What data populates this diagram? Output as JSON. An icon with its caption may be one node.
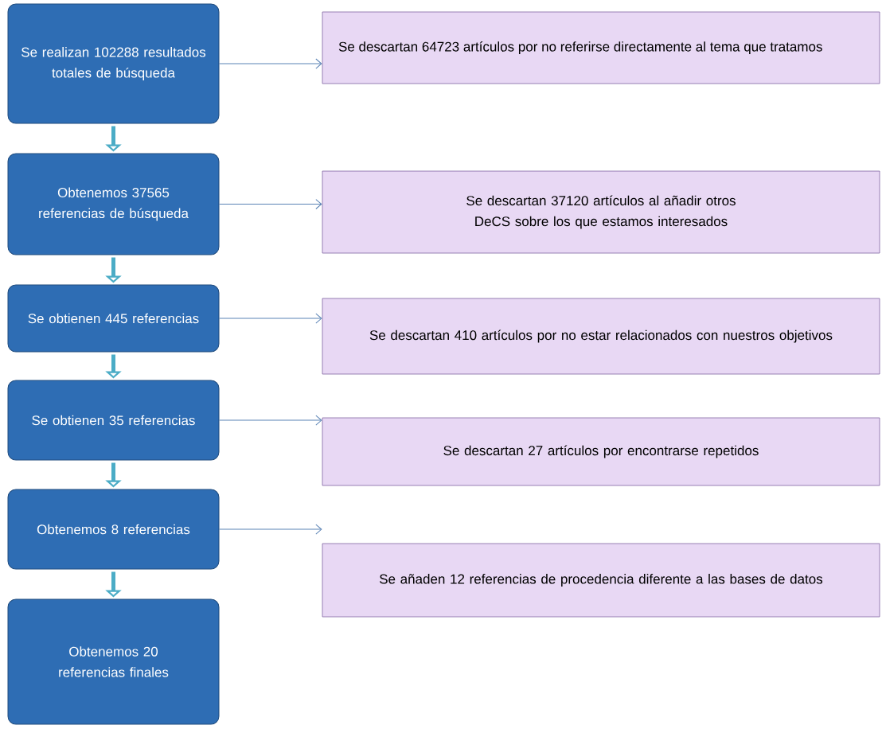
{
  "diagram": {
    "nodes": [
      {
        "text": [
          "Se realizan 102288 resultados totales de búsqueda"
        ]
      },
      {
        "text": [
          "Se descartan 64723 artículos por no referirse directamente al tema que tratamos"
        ]
      },
      {
        "text": [
          "Obtenemos 37565 referencias de búsqueda"
        ]
      },
      {
        "text": [
          "Se descartan 37120 artículos al añadir otros DeCS sobre los que estamos interesados"
        ]
      },
      {
        "text": [
          "Se obtienen 445 referencias"
        ]
      },
      {
        "text": [
          "Se descartan 410 artículos por no estar relacionados con nuestros objetivos"
        ]
      },
      {
        "text": [
          "Se obtienen 35 referencias"
        ]
      },
      {
        "text": [
          "Se descartan 27 artículos por encontrarse repetidos"
        ]
      },
      {
        "text": [
          "Obtenemos 8 referencias"
        ]
      },
      {
        "text": [
          "Se añaden 12 referencias de procedencia diferente a las bases de datos"
        ]
      },
      {
        "text": [
          "Obtenemos 20 referencias finales"
        ]
      }
    ],
    "edges": [
      {
        "from": 0,
        "to": 1,
        "arrow": "to"
      },
      {
        "from": 0,
        "to": 2,
        "arrow": "to",
        "style": "thick",
        "color": "#4bacc6"
      },
      {
        "from": 2,
        "to": 3,
        "arrow": "to"
      },
      {
        "from": 2,
        "to": 4,
        "arrow": "to",
        "style": "thick",
        "color": "#4bacc6"
      },
      {
        "from": 4,
        "to": 5,
        "arrow": "to"
      },
      {
        "from": 4,
        "to": 6,
        "arrow": "to",
        "style": "thick",
        "color": "#4bacc6"
      },
      {
        "from": 6,
        "to": 7,
        "arrow": "to"
      },
      {
        "from": 6,
        "to": 8,
        "arrow": "to",
        "style": "thick",
        "color": "#4bacc6"
      },
      {
        "from": 8,
        "to": 9,
        "arrow": "to"
      },
      {
        "from": 8,
        "to": 10,
        "arrow": "to",
        "style": "thick",
        "color": "#4bacc6"
      }
    ]
  }
}
